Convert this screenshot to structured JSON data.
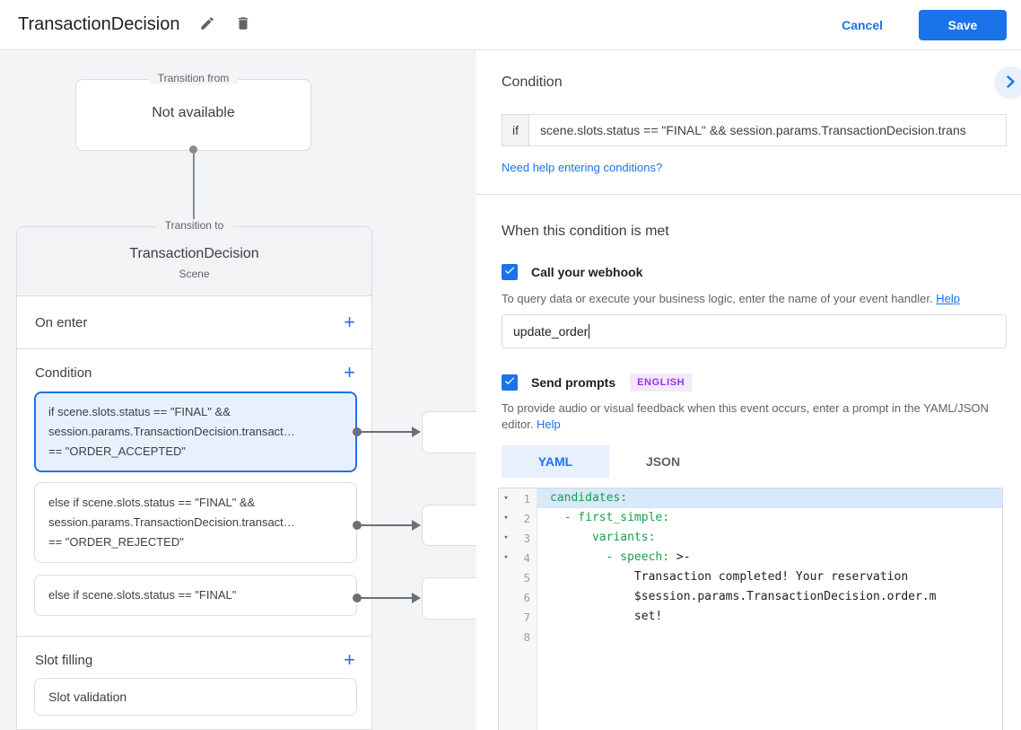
{
  "colors": {
    "accent": "#1a73e8",
    "accent_bg": "#e8f0fe",
    "badge_bg": "#f4e8fd",
    "badge_text": "#9334e6",
    "code_key_green": "#18a04b",
    "selected_line_bg": "#d7e9fb"
  },
  "header": {
    "title": "TransactionDecision",
    "cancel_label": "Cancel",
    "save_label": "Save"
  },
  "flow": {
    "transition_from": {
      "legend": "Transition from",
      "content": "Not available"
    },
    "transition_to": {
      "legend": "Transition to",
      "title": "TransactionDecision",
      "subtitle": "Scene"
    },
    "on_enter_label": "On enter",
    "condition_label": "Condition",
    "slot_filling_label": "Slot filling",
    "add_label": "+",
    "condition_cards": [
      {
        "selected": true,
        "lines": [
          "if scene.slots.status == \"FINAL\" &&",
          "session.params.TransactionDecision.transact…",
          "== \"ORDER_ACCEPTED\""
        ]
      },
      {
        "selected": false,
        "lines": [
          "else if scene.slots.status == \"FINAL\" &&",
          "session.params.TransactionDecision.transact…",
          "== \"ORDER_REJECTED\""
        ]
      },
      {
        "selected": false,
        "lines": [
          "else if scene.slots.status == \"FINAL\""
        ]
      }
    ],
    "slot_card_label": "Slot validation"
  },
  "panel": {
    "title": "Condition",
    "if_label": "if",
    "if_value": "scene.slots.status == \"FINAL\" && session.params.TransactionDecision.trans",
    "help_conditions_link": "Need help entering conditions?",
    "when_title": "When this condition is met",
    "webhook": {
      "label": "Call your webhook",
      "helper": "To query data or execute your business logic, enter the name of your event handler.",
      "help_link": "Help",
      "input_value": "update_order"
    },
    "prompts": {
      "label": "Send prompts",
      "badge": "ENGLISH",
      "helper": "To provide audio or visual feedback when this event occurs, enter a prompt in the YAML/JSON editor.",
      "help_link": "Help"
    },
    "tabs": {
      "yaml": "YAML",
      "json": "JSON"
    },
    "editor": {
      "lines": [
        {
          "n": 1,
          "fold": true,
          "hl": true,
          "segs": [
            {
              "t": "candidates:",
              "c": "k"
            }
          ]
        },
        {
          "n": 2,
          "fold": true,
          "hl": false,
          "segs": [
            {
              "t": "  - first_simple:",
              "c": "k"
            }
          ]
        },
        {
          "n": 3,
          "fold": true,
          "hl": false,
          "segs": [
            {
              "t": "      variants:",
              "c": "k"
            }
          ]
        },
        {
          "n": 4,
          "fold": true,
          "hl": false,
          "segs": [
            {
              "t": "        - speech:",
              "c": "k"
            },
            {
              "t": " >-",
              "c": "d"
            }
          ]
        },
        {
          "n": 5,
          "fold": false,
          "hl": false,
          "segs": [
            {
              "t": "            Transaction completed! Your reservation",
              "c": "d"
            }
          ]
        },
        {
          "n": 6,
          "fold": false,
          "hl": false,
          "segs": [
            {
              "t": "            $session.params.TransactionDecision.order.m",
              "c": "d"
            }
          ]
        },
        {
          "n": 7,
          "fold": false,
          "hl": false,
          "segs": [
            {
              "t": "            set!",
              "c": "d"
            }
          ]
        },
        {
          "n": 8,
          "fold": false,
          "hl": false,
          "segs": []
        }
      ]
    }
  }
}
